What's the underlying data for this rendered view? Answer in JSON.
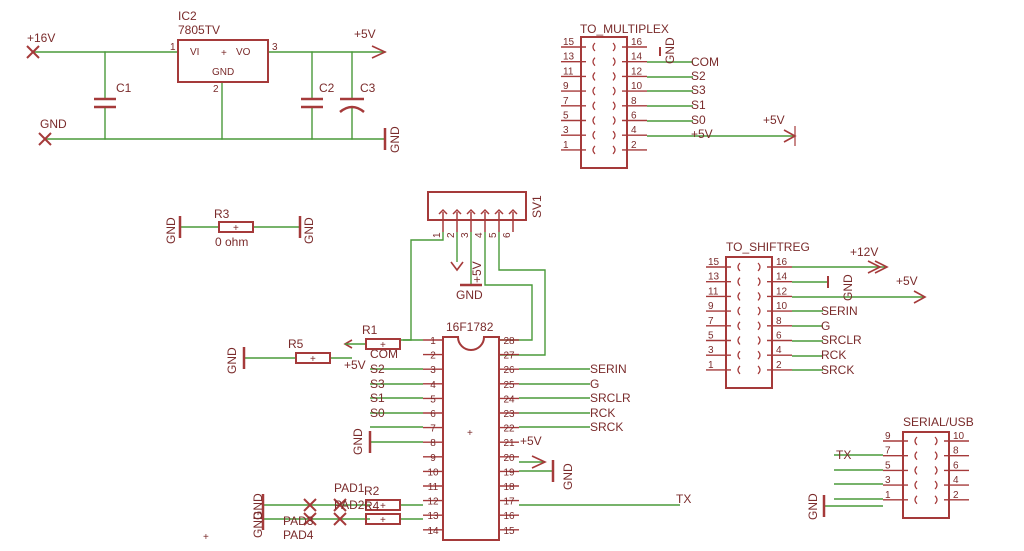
{
  "ic2": {
    "name": "IC2",
    "value": "7805TV",
    "vi": "VI",
    "vo": "VO",
    "gnd": "GND",
    "pin1": "1",
    "pin2": "2",
    "pin3": "3"
  },
  "supply": {
    "v16": "+16V",
    "gnd": "GND",
    "v5": "+5V",
    "c1": "C1",
    "c2": "C2",
    "c3": "C3",
    "gnd_right": "GND"
  },
  "r3": {
    "name": "R3",
    "value": "0 ohm",
    "gnd_left": "GND",
    "gnd_right": "GND"
  },
  "sv1": {
    "name": "SV1",
    "pins": [
      "1",
      "2",
      "3",
      "4",
      "5",
      "6"
    ],
    "gnd": "GND",
    "v5": "+5V"
  },
  "mux": {
    "name": "TO_MULTIPLEX",
    "left_pins": [
      "15",
      "13",
      "11",
      "9",
      "7",
      "5",
      "3",
      "1"
    ],
    "right_pins": [
      "16",
      "14",
      "12",
      "10",
      "8",
      "6",
      "4",
      "2"
    ],
    "nets": [
      "GND",
      "COM",
      "S2",
      "S3",
      "S1",
      "S0",
      "+5V"
    ],
    "v5": "+5V"
  },
  "shift": {
    "name": "TO_SHIFTREG",
    "left_pins": [
      "15",
      "13",
      "11",
      "9",
      "7",
      "5",
      "3",
      "1"
    ],
    "right_pins": [
      "16",
      "14",
      "12",
      "10",
      "8",
      "6",
      "4",
      "2"
    ],
    "nets": [
      "GND",
      "SERIN",
      "G",
      "SRCLR",
      "RCK",
      "SRCK"
    ],
    "v12": "+12V",
    "v5": "+5V"
  },
  "mcu": {
    "name": "16F1782",
    "left_pins": [
      "1",
      "2",
      "3",
      "4",
      "5",
      "6",
      "7",
      "8",
      "9",
      "10",
      "11",
      "12",
      "13",
      "14"
    ],
    "right_pins": [
      "28",
      "27",
      "26",
      "25",
      "24",
      "23",
      "22",
      "21",
      "20",
      "19",
      "18",
      "17",
      "16",
      "15"
    ],
    "left_nets": [
      "COM",
      "S2",
      "S3",
      "S1",
      "S0"
    ],
    "right_nets": [
      "SERIN",
      "G",
      "SRCLR",
      "RCK",
      "SRCK",
      "TX"
    ],
    "v5_a": "+5V",
    "v5_b": "+5V",
    "gnd_a": "GND",
    "gnd_b": "GND"
  },
  "resistors": {
    "r1": "R1",
    "r5": "R5",
    "r2": "R2",
    "r4": "R4",
    "r5_gnd": "GND",
    "pad_gnd_a": "GND",
    "pad_gnd_b": "GND"
  },
  "pads": {
    "pad1": "PAD1",
    "pad2": "PAD2",
    "pad3": "PAD3",
    "pad4": "PAD4"
  },
  "serial": {
    "name": "SERIAL/USB",
    "left_pins": [
      "9",
      "7",
      "5",
      "3",
      "1"
    ],
    "right_pins": [
      "10",
      "8",
      "6",
      "4",
      "2"
    ],
    "tx": "TX",
    "gnd": "GND"
  },
  "colors": {
    "part": "#a53a3a",
    "wire": "#4a9a3a",
    "text": "#7a2b2b"
  }
}
